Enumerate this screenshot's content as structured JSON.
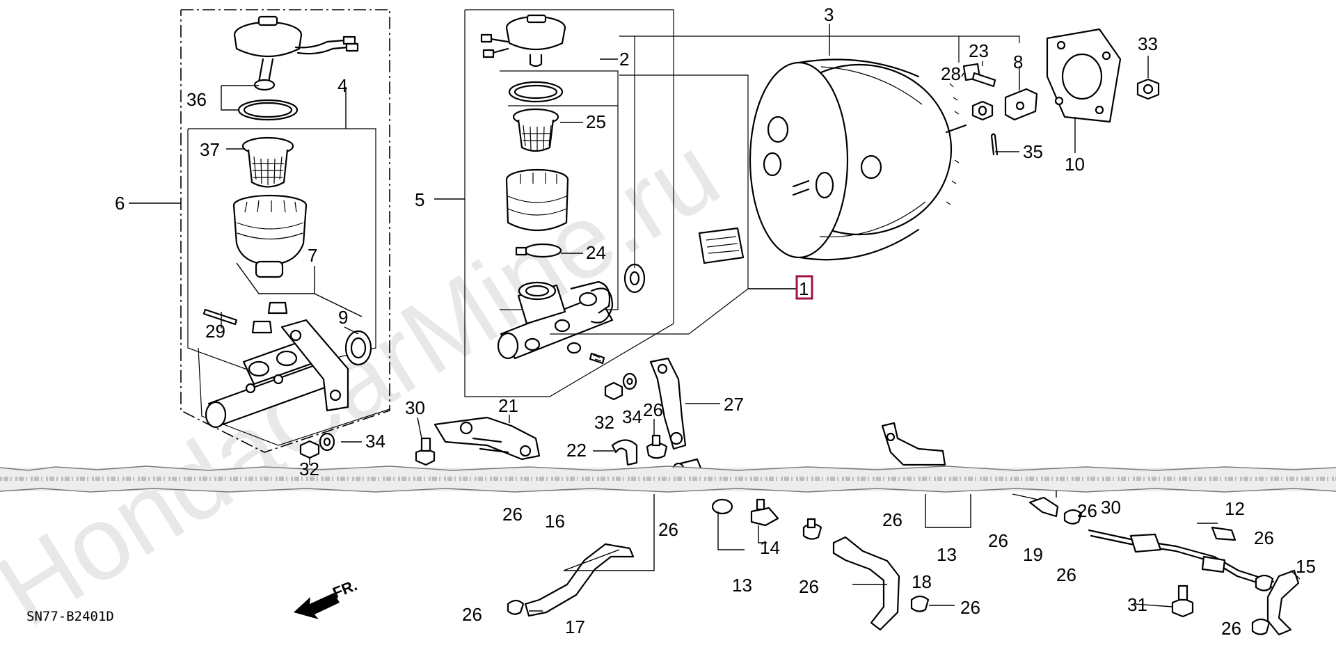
{
  "diagram": {
    "code": "SN77-B2401D",
    "direction_label": "FR.",
    "watermark": "HondaCarMine.ru",
    "highlighted_callout": "1",
    "callouts": {
      "c1": "1",
      "c2": "2",
      "c3": "3",
      "c4": "4",
      "c5": "5",
      "c6": "6",
      "c7": "7",
      "c8": "8",
      "c9": "9",
      "c10": "10",
      "c12": "12",
      "c13a": "13",
      "c13b": "13",
      "c14": "14",
      "c15": "15",
      "c16": "16",
      "c17": "17",
      "c18": "18",
      "c19": "19",
      "c21": "21",
      "c22": "22",
      "c23": "23",
      "c24": "24",
      "c25": "25",
      "c26a": "26",
      "c26b": "26",
      "c26c": "26",
      "c26d": "26",
      "c26e": "26",
      "c26f": "26",
      "c26g": "26",
      "c26h": "26",
      "c26i": "26",
      "c26j": "26",
      "c26k": "26",
      "c26l": "26",
      "c27": "27",
      "c28": "28",
      "c29": "29",
      "c30a": "30",
      "c30b": "30",
      "c31": "31",
      "c32a": "32",
      "c32b": "32",
      "c33": "33",
      "c34a": "34",
      "c34b": "34",
      "c35": "35",
      "c36": "36",
      "c37": "37"
    }
  }
}
